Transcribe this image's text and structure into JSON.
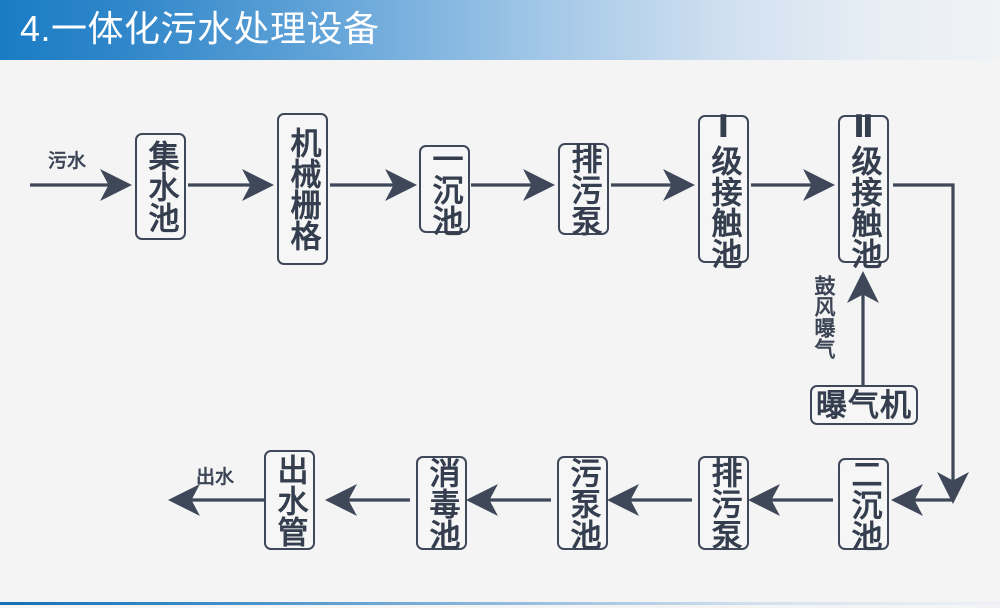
{
  "header": {
    "title": "4.一体化污水处理设备",
    "accent_color": "#1a7cc4",
    "text_color": "#ffffff"
  },
  "theme": {
    "page_background": "#f4f4f4",
    "line_color": "#3e4859",
    "box_fill": "#f6f6f6",
    "box_border": "#3e4859"
  },
  "diagram": {
    "type": "process-flow",
    "annotations": [
      {
        "id": "inlet",
        "text": "污水",
        "orientation": "horizontal"
      },
      {
        "id": "outlet",
        "text": "出水",
        "orientation": "horizontal"
      },
      {
        "id": "aeration",
        "text": "鼓风曝气",
        "orientation": "vertical"
      }
    ],
    "nodes": [
      {
        "id": "collection-tank",
        "label": "集水池",
        "orientation": "vertical",
        "row": "top"
      },
      {
        "id": "mechanical-grate",
        "label": "机械栅格",
        "orientation": "vertical",
        "row": "top"
      },
      {
        "id": "primary-sedimentation-tank",
        "label": "一沉池",
        "orientation": "vertical",
        "row": "top"
      },
      {
        "id": "sewage-pump-top",
        "label": "排污泵",
        "orientation": "vertical",
        "row": "top"
      },
      {
        "id": "contact-tank-1",
        "label": "Ⅰ级接触池",
        "orientation": "vertical",
        "row": "top"
      },
      {
        "id": "contact-tank-2",
        "label": "Ⅱ级接触池",
        "orientation": "vertical",
        "row": "top"
      },
      {
        "id": "aerator",
        "label": "曝气机",
        "orientation": "horizontal",
        "row": "middle"
      },
      {
        "id": "secondary-sedimentation-tank",
        "label": "二沉池",
        "orientation": "vertical",
        "row": "bottom"
      },
      {
        "id": "sewage-pump-bottom",
        "label": "排污泵",
        "orientation": "vertical",
        "row": "bottom"
      },
      {
        "id": "sludge-pump-tank",
        "label": "污泵池",
        "orientation": "vertical",
        "row": "bottom"
      },
      {
        "id": "disinfection-tank",
        "label": "消毒池",
        "orientation": "vertical",
        "row": "bottom"
      },
      {
        "id": "outlet-pipe",
        "label": "出水管",
        "orientation": "vertical",
        "row": "bottom"
      }
    ],
    "flow_sequence": [
      "污水",
      "集水池",
      "机械栅格",
      "一沉池",
      "排污泵",
      "Ⅰ级接触池",
      "Ⅱ级接触池",
      "二沉池",
      "排污泵",
      "污泵池",
      "消毒池",
      "出水管",
      "出水"
    ],
    "side_flow": {
      "from": "曝气机",
      "to": "Ⅱ级接触池",
      "label": "鼓风曝气"
    }
  }
}
